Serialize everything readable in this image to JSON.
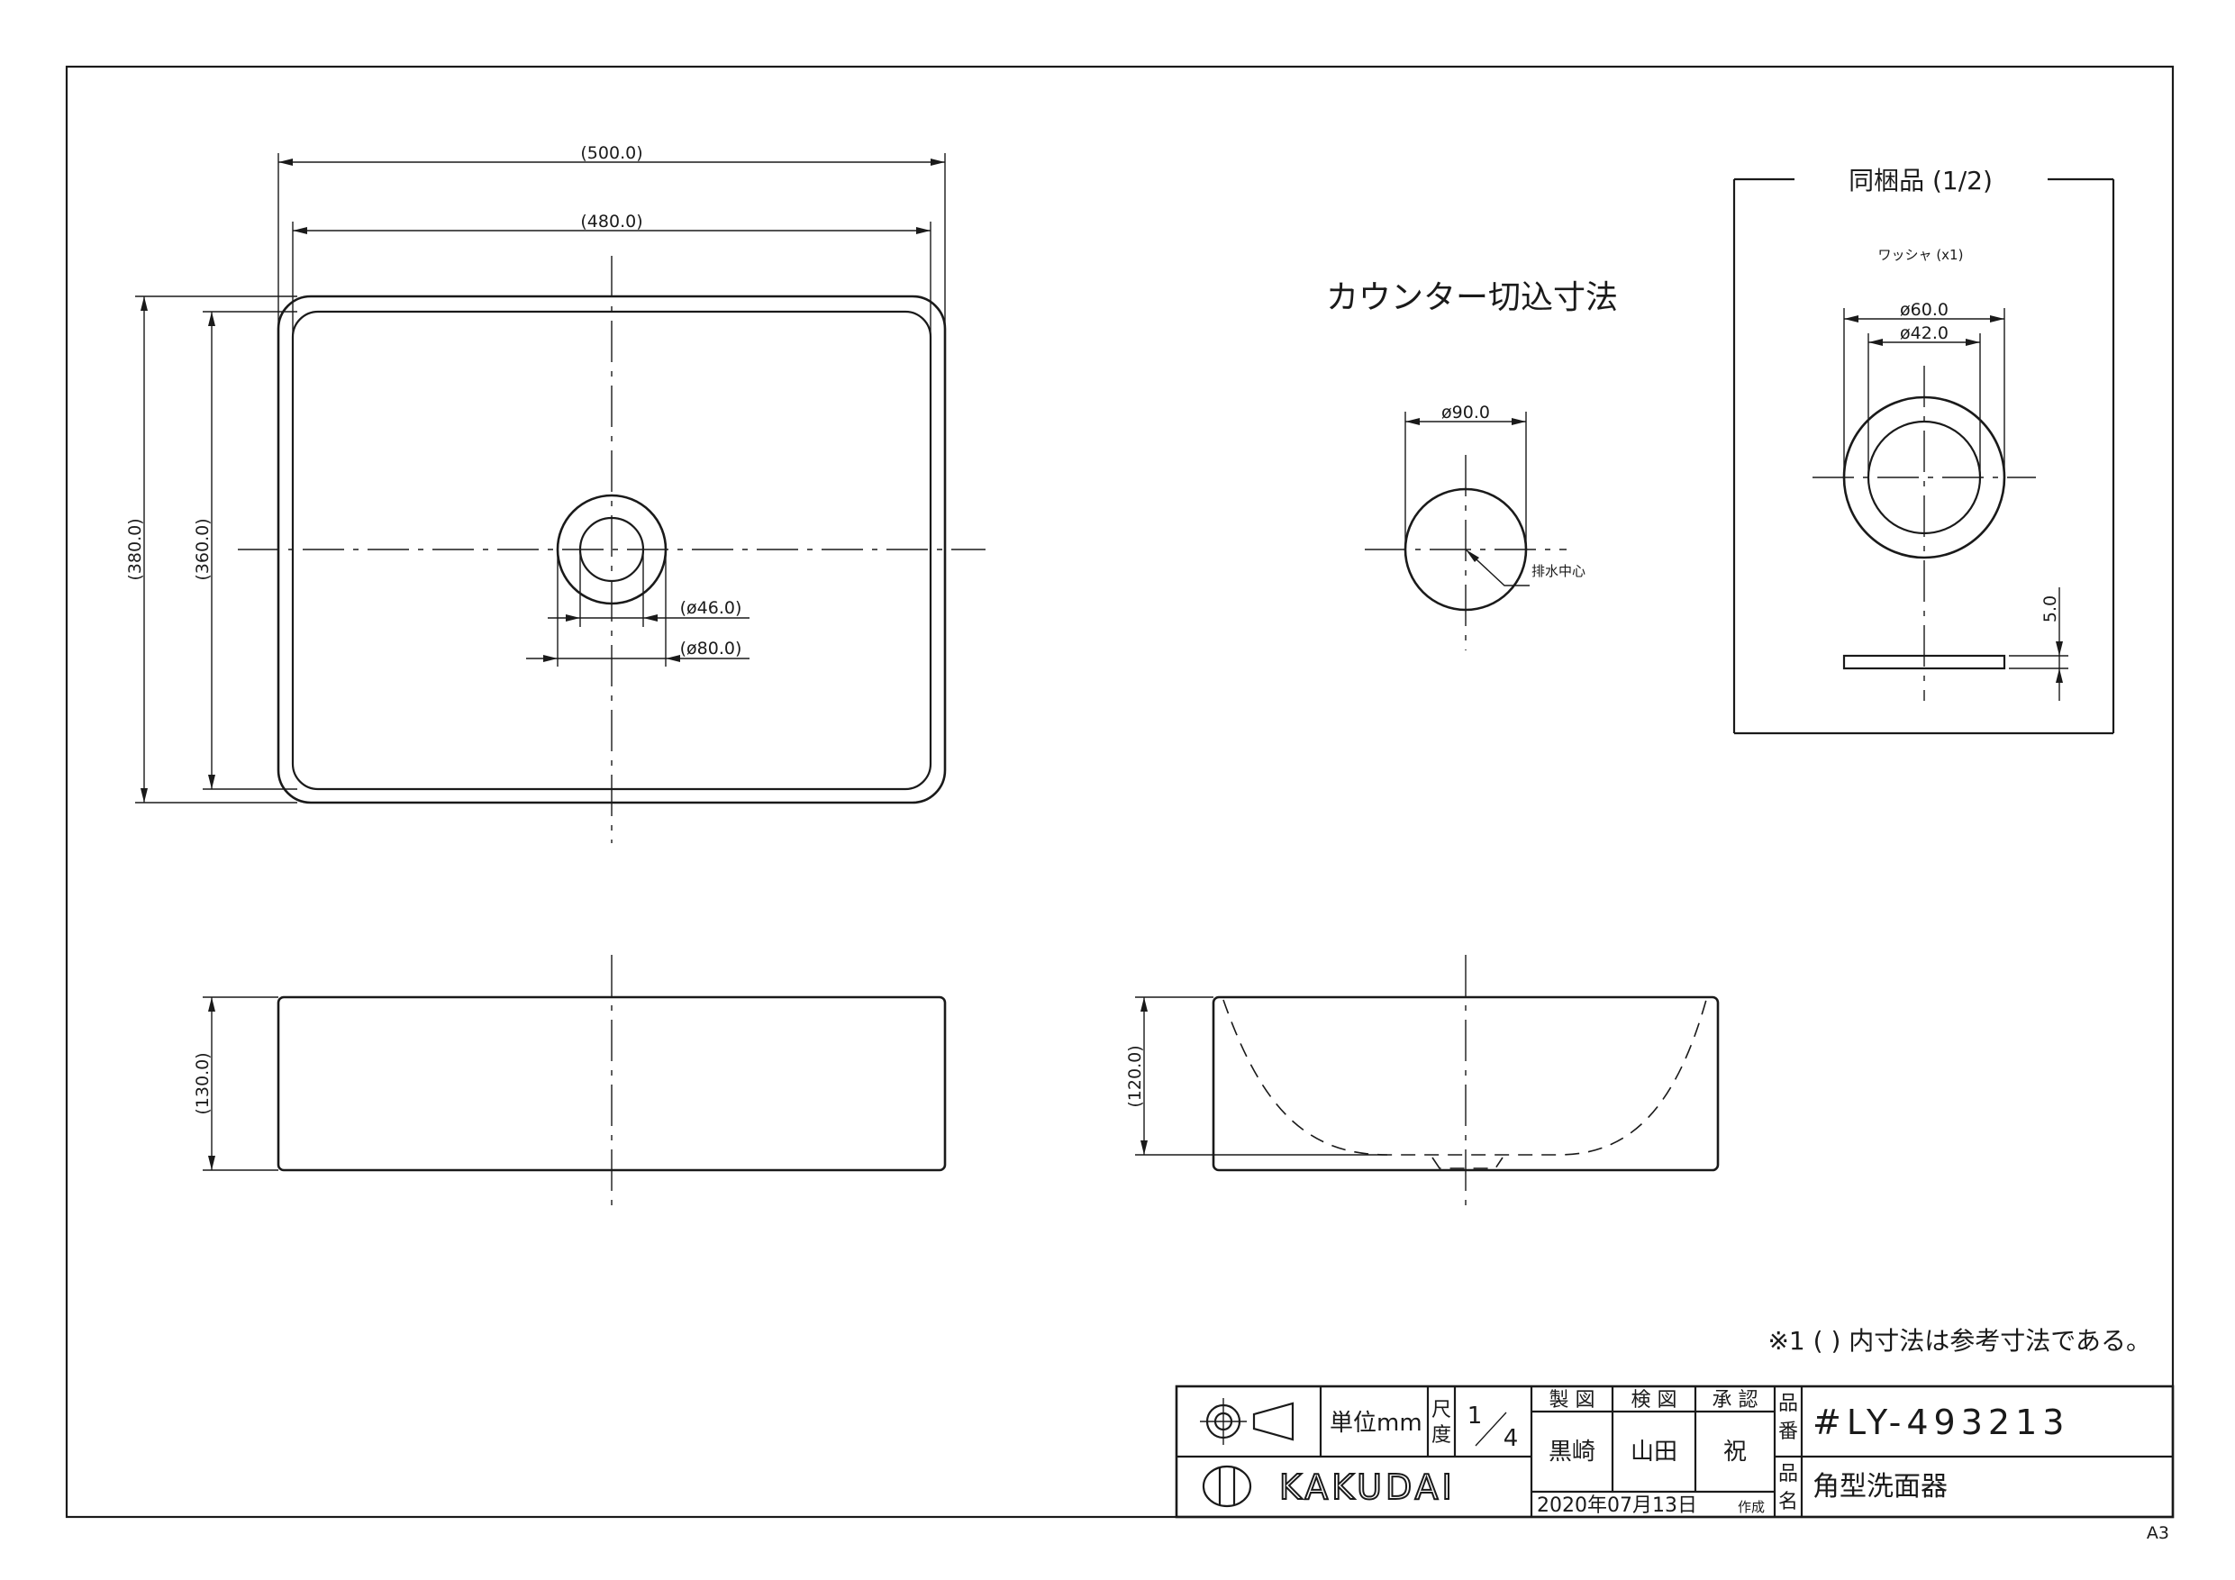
{
  "dimensions": {
    "outer_width": "(500.0)",
    "inner_width": "(480.0)",
    "outer_depth": "(380.0)",
    "inner_depth": "(360.0)",
    "drain_inner": "(ø46.0)",
    "drain_outer": "(ø80.0)",
    "height_outer": "(130.0)",
    "height_inner": "(120.0)"
  },
  "cutout": {
    "title": "カウンター切込寸法",
    "diameter": "ø90.0",
    "center_label": "排水中心"
  },
  "accessory": {
    "title": "同梱品 (1/2)",
    "item": "ワッシャ (x1)",
    "outer_diameter": "ø60.0",
    "inner_diameter": "ø42.0",
    "thickness": "5.0"
  },
  "note": "※1 ( ) 内寸法は参考寸法である。",
  "title_block": {
    "unit_label": "単位mm",
    "scale_label_1": "尺",
    "scale_label_2": "度",
    "scale_num": "1",
    "scale_den": "4",
    "col_drawn": "製 図",
    "col_checked": "検 図",
    "col_approved": "承 認",
    "drawn_by": "黒崎",
    "checked_by": "山田",
    "approved_by": "祝",
    "date": "2020年07月13日",
    "date_suffix": "作成",
    "part_no_label_1": "品",
    "part_no_label_2": "番",
    "part_no": "#LY-493213",
    "name_label_1": "品",
    "name_label_2": "名",
    "product_name": "角型洗面器",
    "company": "KAKUDAI"
  },
  "sheet_size": "A3"
}
